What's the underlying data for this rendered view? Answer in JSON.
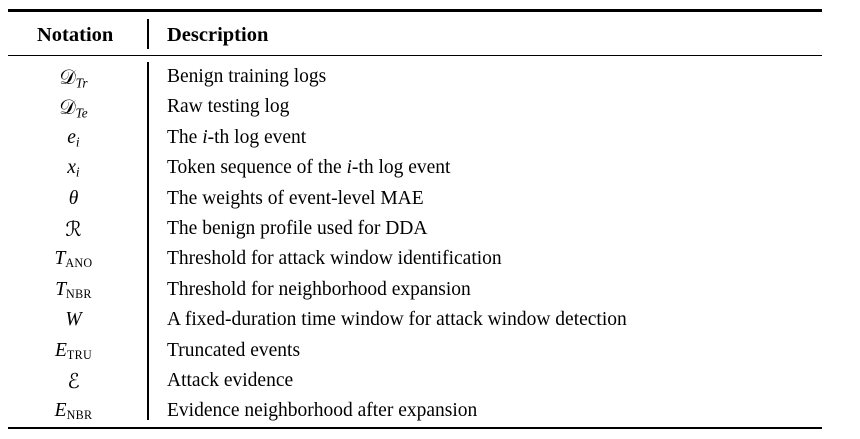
{
  "table": {
    "header": {
      "notation": "Notation",
      "description": "Description"
    },
    "rows": [
      {
        "notation_plain": "D_Tr",
        "base": "D",
        "sub": "Tr",
        "sub_style": "italic",
        "glyph": "script",
        "description": "Benign training logs"
      },
      {
        "notation_plain": "D_Te",
        "base": "D",
        "sub": "Te",
        "sub_style": "italic",
        "glyph": "script",
        "description": "Raw testing log"
      },
      {
        "notation_plain": "e_i",
        "base": "e",
        "sub": "i",
        "sub_style": "italic",
        "glyph": "italic",
        "description": "The i-th log event",
        "desc_pre": "The ",
        "desc_math": "i",
        "desc_post": "-th log event"
      },
      {
        "notation_plain": "x_i",
        "base": "x",
        "sub": "i",
        "sub_style": "italic",
        "glyph": "italic",
        "description": "Token sequence of the i-th log event",
        "desc_pre": "Token sequence of the ",
        "desc_math": "i",
        "desc_post": "-th log event"
      },
      {
        "notation_plain": "theta",
        "base": "θ",
        "sub": "",
        "sub_style": "none",
        "glyph": "italic",
        "description": "The weights of event-level MAE"
      },
      {
        "notation_plain": "R",
        "base": "R",
        "sub": "",
        "sub_style": "none",
        "glyph": "script",
        "description": "The benign profile used for DDA"
      },
      {
        "notation_plain": "T_ANO",
        "base": "T",
        "sub": "ANO",
        "sub_style": "smallcaps",
        "glyph": "italic",
        "description": "Threshold for attack window identification"
      },
      {
        "notation_plain": "T_NBR",
        "base": "T",
        "sub": "NBR",
        "sub_style": "smallcaps",
        "glyph": "italic",
        "description": "Threshold for neighborhood expansion"
      },
      {
        "notation_plain": "W",
        "base": "W",
        "sub": "",
        "sub_style": "none",
        "glyph": "italic",
        "description": "A fixed-duration time window for attack window detection"
      },
      {
        "notation_plain": "E_TRU",
        "base": "E",
        "sub": "TRU",
        "sub_style": "smallcaps",
        "glyph": "italic",
        "description": "Truncated events"
      },
      {
        "notation_plain": "E_script",
        "base": "E",
        "sub": "",
        "sub_style": "none",
        "glyph": "script",
        "description": "Attack evidence"
      },
      {
        "notation_plain": "E_NBR",
        "base": "E",
        "sub": "NBR",
        "sub_style": "smallcaps",
        "glyph": "italic",
        "description": "Evidence neighborhood after expansion"
      }
    ]
  },
  "style": {
    "rule_color": "#000000",
    "text_color": "#000000",
    "background": "#ffffff"
  }
}
